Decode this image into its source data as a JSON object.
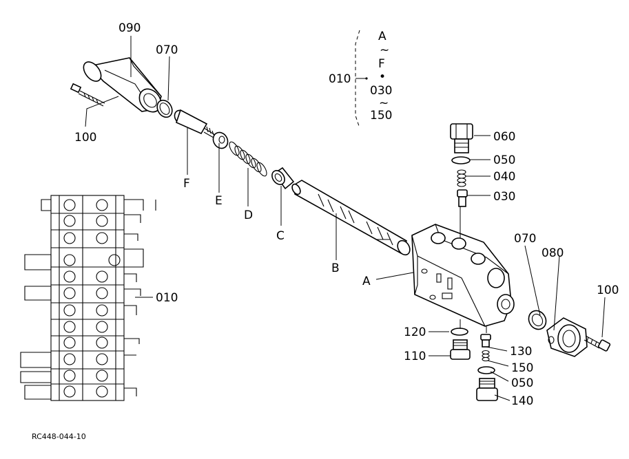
{
  "callouts": {
    "c090": "090",
    "c070_top": "070",
    "c100_left": "100",
    "cF": "F",
    "cE": "E",
    "cD": "D",
    "cC": "C",
    "cB": "B",
    "cA": "A",
    "c060": "060",
    "c050_top": "050",
    "c040": "040",
    "c030": "030",
    "c070_right": "070",
    "c080": "080",
    "c100_right": "100",
    "c120": "120",
    "c110": "110",
    "c130": "130",
    "c150": "150",
    "c050_bottom": "050",
    "c140": "140",
    "c010_side": "010"
  },
  "assembly_note": {
    "number": "010",
    "range_start": "A",
    "tilde_1": "~",
    "range_end": "F",
    "dot": "•",
    "range2_start": "030",
    "tilde_2": "~",
    "range2_end": "150"
  },
  "drawing_ref": "RC448-044-10"
}
